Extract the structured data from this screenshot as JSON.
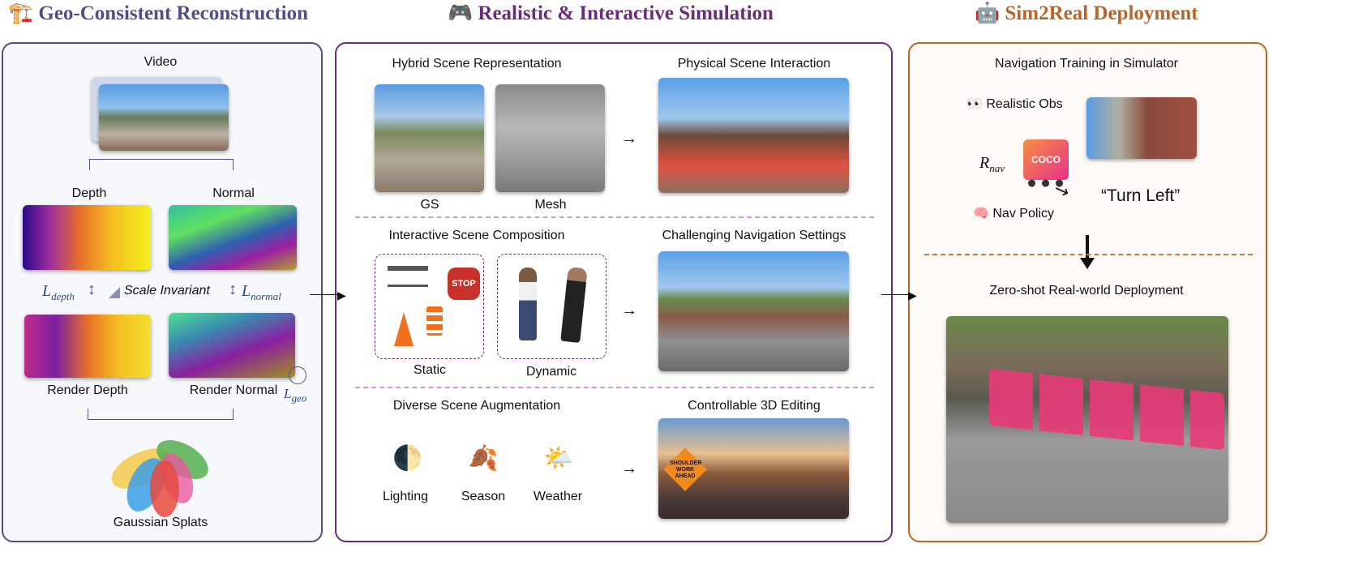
{
  "colors": {
    "left": "#4e4f8a",
    "middle": "#6b2a7a",
    "right": "#b8652a"
  },
  "headers": {
    "left": {
      "icon": "crane-icon",
      "glyph": "🏗️",
      "title": "Geo-Consistent Reconstruction"
    },
    "middle": {
      "icon": "gamepad-icon",
      "glyph": "🎮",
      "title": "Realistic & Interactive Simulation"
    },
    "right": {
      "icon": "robot-icon",
      "glyph": "🤖",
      "title": "Sim2Real Deployment"
    }
  },
  "left": {
    "video": "Video",
    "depth": "Depth",
    "normal": "Normal",
    "l_depth": "L",
    "l_depth_sub": "depth",
    "scale_invariant": "Scale Invariant",
    "scale_icon": "triangle-ruler-icon",
    "l_normal": "L",
    "l_normal_sub": "normal",
    "render_depth": "Render Depth",
    "render_normal": "Render Normal",
    "l_geo": "L",
    "l_geo_sub": "geo",
    "gaussian_splats": "Gaussian Splats"
  },
  "middle": {
    "hybrid": "Hybrid Scene Representation",
    "gs": "GS",
    "mesh": "Mesh",
    "physical": "Physical Scene Interaction",
    "composition": "Interactive Scene Composition",
    "static": "Static",
    "dynamic": "Dynamic",
    "challenging": "Challenging Navigation Settings",
    "augmentation": "Diverse Scene Augmentation",
    "lighting": "Lighting",
    "season": "Season",
    "weather": "Weather",
    "lighting_glyph": "🌓",
    "season_glyph": "🍂",
    "weather_glyph": "🌤️",
    "editing": "Controllable 3D Editing",
    "sign_text": "SHOULDER WORK AHEAD",
    "stop_text": "STOP"
  },
  "right": {
    "training": "Navigation Training in Simulator",
    "obs_glyph": "👀",
    "obs": "Realistic Obs",
    "r_nav": "R",
    "r_nav_sub": "nav",
    "turn_left": "“Turn Left”",
    "policy_glyph": "🧠",
    "policy": "Nav Policy",
    "robot_label": "COCO",
    "zero_shot": "Zero-shot Real-world Deployment"
  }
}
